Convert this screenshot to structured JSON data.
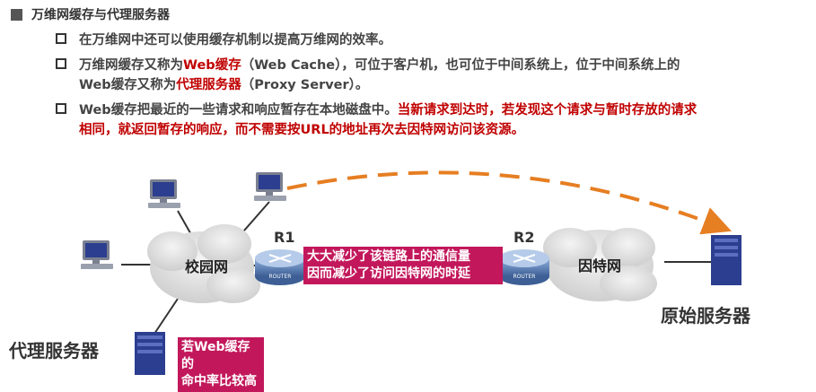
{
  "heading": "万维网缓存与代理服务器",
  "bullets": [
    {
      "lines": [
        [
          {
            "t": "在万维网中还可以使用缓存机制以提高万维网的效率。",
            "red": false
          }
        ]
      ]
    },
    {
      "lines": [
        [
          {
            "t": "万维网缓存又称为",
            "red": false
          },
          {
            "t": "Web缓存",
            "red": true
          },
          {
            "t": "（Web Cache），可位于客户机，也可位于中间系统上，位于中间系统上的",
            "red": false
          }
        ],
        [
          {
            "t": "Web缓存又称为",
            "red": false
          },
          {
            "t": "代理服务器",
            "red": true
          },
          {
            "t": "（Proxy Server）。",
            "red": false
          }
        ]
      ]
    },
    {
      "lines": [
        [
          {
            "t": "Web缓存把最近的一些请求和响应暂存在本地磁盘中。",
            "red": false
          },
          {
            "t": "当新请求到达时，若发现这个请求与暂时存放的请求",
            "red": true
          }
        ],
        [
          {
            "t": "相同，就返回暂存的响应，而不需要按URL的地址再次去因特网访问该资源。",
            "red": true
          }
        ]
      ]
    }
  ],
  "diagram": {
    "campus_label": "校园网",
    "internet_label": "因特网",
    "r1_label": "R1",
    "r2_label": "R2",
    "router_text": "ROUTER",
    "link_callout": [
      "大大减少了该链路上的通信量",
      "因而减少了访问因特网的时延"
    ],
    "proxy_callout": [
      "若Web缓存的",
      "命中率比较高"
    ],
    "proxy_label": "代理服务器",
    "origin_label": "原始服务器"
  },
  "colors": {
    "accent_red": "#c00000",
    "callout": "#c2185b",
    "arrow": "#e67e22",
    "cloud": "#dcdcdc",
    "router": "#4a6fa5"
  }
}
